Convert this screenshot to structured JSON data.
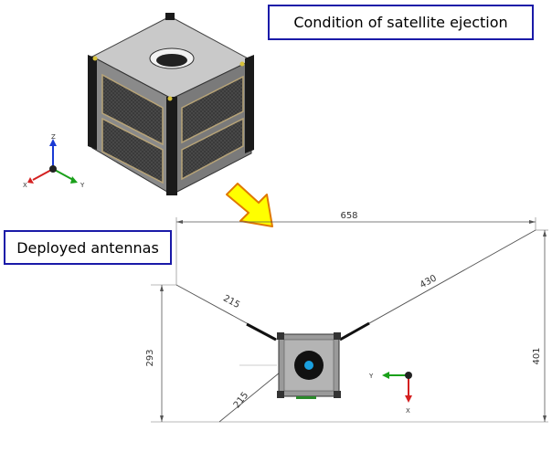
{
  "labels": {
    "ejection": "Condition of satellite ejection",
    "deployed": "Deployed antennas"
  },
  "dimensions": {
    "total_width": "658",
    "antenna_upper_left": "215",
    "antenna_upper_right": "430",
    "antenna_lower_left": "215",
    "height_left": "293",
    "height_right": "401"
  },
  "axes_top": {
    "z": "Z",
    "x": "X",
    "y": "Y"
  },
  "axes_bottom": {
    "y": "Y",
    "x": "X"
  },
  "colors": {
    "label_border": "#1a1aa8",
    "arrow_fill": "#ffff00",
    "arrow_stroke": "#e07800",
    "axis_x": "#d42020",
    "axis_y": "#1aa01a",
    "axis_z": "#1a3ad4",
    "lens": "#1aa0e0"
  }
}
